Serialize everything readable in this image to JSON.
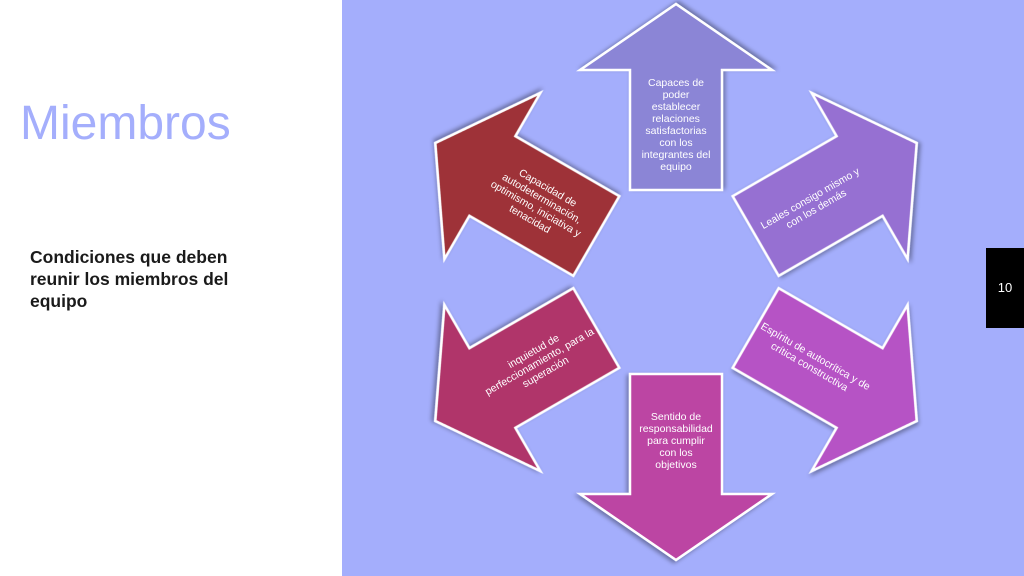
{
  "slide": {
    "title": "Miembros",
    "subtitle": "Condiciones que deben reunir los miembros del equipo",
    "number": "10"
  },
  "colors": {
    "background_diagram": "#a4aefc",
    "title": "#a4aefc",
    "arrow_top": "#8b85d6",
    "arrow_upper_right": "#9670d2",
    "arrow_lower_right": "#b653c5",
    "arrow_bottom": "#bc45a3",
    "arrow_lower_left": "#b0366a",
    "arrow_upper_left": "#9e3237"
  },
  "diagram": {
    "arrows": [
      {
        "id": "top",
        "lines": [
          "Capaces de",
          "poder",
          "establecer",
          "relaciones",
          "satisfactorias",
          "con los",
          "integrantes del",
          "equipo"
        ]
      },
      {
        "id": "upper-right",
        "lines": [
          "Leales consigo mismo y",
          "con los demás"
        ]
      },
      {
        "id": "lower-right",
        "lines": [
          "Espíritu de autocrítica y de",
          "crítica constructiva"
        ]
      },
      {
        "id": "bottom",
        "lines": [
          "Sentido de",
          "responsabilidad",
          "para cumplir",
          "con los",
          "objetivos"
        ]
      },
      {
        "id": "lower-left",
        "lines": [
          "inquietud de",
          "perfeccionamiento, para la",
          "superación"
        ]
      },
      {
        "id": "upper-left",
        "lines": [
          "Capacidad de",
          "autodeterminación,",
          "optimismo, iniciativa y",
          "tenacidad"
        ]
      }
    ]
  }
}
